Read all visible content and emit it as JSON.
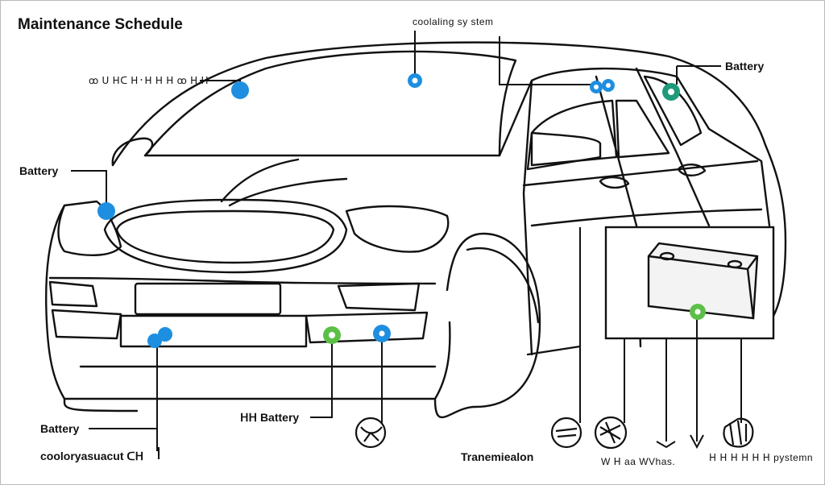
{
  "title": "Maintenance Schedule",
  "labels": {
    "cooling_top": "coolaling sy stem",
    "top_left": "ꝏ ᑌ ᕼᑕ ᕼ᛫ᕼ ᕼ ᕼ ꝏ ᕼ ᕼ",
    "battery_top_right": "Battery",
    "battery_left": "Battery",
    "battery_bottom_left": "Battery",
    "cooling_bottom_left": "cooloryasuacut ᑕᕼ",
    "battery_bottom_center": "ᕼᕼ Battery",
    "transmission": "Tranemiealon",
    "bottom_right_mid": "W ᕼ aa WVhas.",
    "bottom_right": "ᕼ ᕼ ᕼ ᕼ ᕼ ᕼ pystemn"
  },
  "colors": {
    "blue_marker": "#1e8fe0",
    "green_marker": "#5cc048",
    "teal_marker": "#1f9a7a",
    "line": "#111111"
  }
}
